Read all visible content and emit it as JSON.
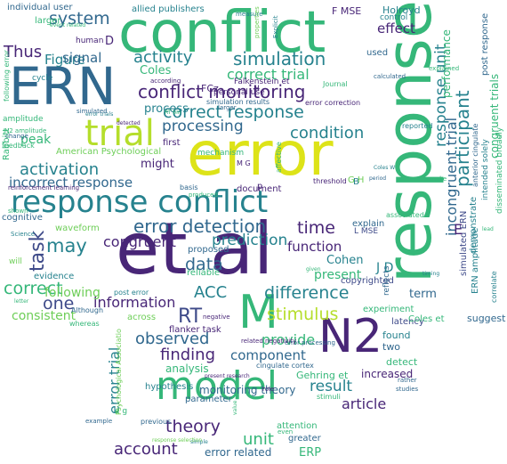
{
  "palette": {
    "background": "#ffffff",
    "dark_purple": "#3b1f5b",
    "purple": "#482677",
    "indigo": "#3e4a89",
    "blue": "#31688e",
    "teal": "#26828e",
    "green_teal": "#1f9e89",
    "green": "#35b779",
    "light_green": "#6ece58",
    "lime": "#b5de2b",
    "yellow": "#dde318"
  },
  "words": [
    {
      "text": "conflict"
    },
    {
      "text": "ERN"
    },
    {
      "text": "error"
    },
    {
      "text": "response"
    },
    {
      "text": "et al"
    },
    {
      "text": "model"
    },
    {
      "text": "N2"
    },
    {
      "text": "M"
    },
    {
      "text": "response conflict"
    },
    {
      "text": "trial"
    },
    {
      "text": "conflict monitoring"
    },
    {
      "text": "correct response"
    },
    {
      "text": "error detection"
    },
    {
      "text": "system"
    },
    {
      "text": "Thus"
    },
    {
      "text": "activity"
    },
    {
      "text": "simulation"
    },
    {
      "text": "correct trial"
    },
    {
      "text": "processing"
    },
    {
      "text": "condition"
    },
    {
      "text": "activation"
    },
    {
      "text": "incorrect response"
    },
    {
      "text": "response unit"
    },
    {
      "text": "incongruent trial"
    },
    {
      "text": "participant"
    },
    {
      "text": "performance"
    },
    {
      "text": "task"
    },
    {
      "text": "may"
    },
    {
      "text": "congruent"
    },
    {
      "text": "time"
    },
    {
      "text": "prediction"
    },
    {
      "text": "function"
    },
    {
      "text": "data"
    },
    {
      "text": "ACC"
    },
    {
      "text": "difference"
    },
    {
      "text": "stimulus"
    },
    {
      "text": "RT"
    },
    {
      "text": "correct"
    },
    {
      "text": "one"
    },
    {
      "text": "information"
    },
    {
      "text": "observed"
    },
    {
      "text": "finding"
    },
    {
      "text": "provide"
    },
    {
      "text": "component"
    },
    {
      "text": "result"
    },
    {
      "text": "article"
    },
    {
      "text": "theory"
    },
    {
      "text": "unit"
    },
    {
      "text": "account"
    },
    {
      "text": "error trial"
    },
    {
      "text": "error related"
    },
    {
      "text": "ERP"
    },
    {
      "text": "monitoring theory"
    },
    {
      "text": "analysis"
    },
    {
      "text": "Cohen"
    },
    {
      "text": "present"
    },
    {
      "text": "following"
    },
    {
      "text": "consistent"
    },
    {
      "text": "Figure"
    },
    {
      "text": "signal"
    },
    {
      "text": "Coles"
    },
    {
      "text": "effect"
    },
    {
      "text": "Holroyd"
    },
    {
      "text": "D"
    },
    {
      "text": "might"
    },
    {
      "text": "peak"
    },
    {
      "text": "process"
    },
    {
      "text": "term"
    },
    {
      "text": "cognitive"
    },
    {
      "text": "waveform"
    },
    {
      "text": "evidence"
    },
    {
      "text": "American Psychological"
    },
    {
      "text": "used"
    },
    {
      "text": "first"
    },
    {
      "text": "mechanism"
    },
    {
      "text": "copyrighted"
    },
    {
      "text": "Gehring et"
    },
    {
      "text": "increased"
    },
    {
      "text": "two"
    },
    {
      "text": "found"
    },
    {
      "text": "detect"
    },
    {
      "text": "latency"
    },
    {
      "text": "experiment"
    },
    {
      "text": "suggest"
    },
    {
      "text": "Coles et"
    },
    {
      "text": "ERN amplitude"
    },
    {
      "text": "congruent trials"
    },
    {
      "text": "post response"
    },
    {
      "text": "simulated ERN"
    },
    {
      "text": "demonstrate"
    },
    {
      "text": "parameter"
    },
    {
      "text": "hypothesis"
    },
    {
      "text": "greater"
    },
    {
      "text": "attention"
    },
    {
      "text": "cingulate cortex"
    },
    {
      "text": "flanker task"
    },
    {
      "text": "proposed"
    },
    {
      "text": "reliable"
    },
    {
      "text": "explain"
    },
    {
      "text": "individual user"
    },
    {
      "text": "allied publishers"
    },
    {
      "text": "larger"
    },
    {
      "text": "F MSE"
    },
    {
      "text": "control"
    },
    {
      "text": "human"
    },
    {
      "text": "personal use"
    },
    {
      "text": "Falkenstein et"
    },
    {
      "text": "cycle"
    },
    {
      "text": "amplitude"
    },
    {
      "text": "following error"
    },
    {
      "text": "reflects"
    },
    {
      "text": "L MSE"
    },
    {
      "text": "associated"
    },
    {
      "text": "threshold"
    },
    {
      "text": "document"
    },
    {
      "text": "disseminated broadly"
    },
    {
      "text": "intended solely"
    },
    {
      "text": "anterior cingulate"
    },
    {
      "text": "Rabbitt"
    },
    {
      "text": "reported"
    },
    {
      "text": "feedback"
    },
    {
      "text": "affective"
    },
    {
      "text": "basis"
    },
    {
      "text": "simulation results"
    },
    {
      "text": "post error"
    },
    {
      "text": "across"
    },
    {
      "text": "e g"
    },
    {
      "text": "Psychological Associatio"
    },
    {
      "text": "G H"
    },
    {
      "text": "Journal"
    },
    {
      "text": "error correction"
    },
    {
      "text": "Science"
    },
    {
      "text": "whereas"
    },
    {
      "text": "will"
    },
    {
      "text": "Although"
    },
    {
      "text": "negative"
    },
    {
      "text": "stimuli"
    },
    {
      "text": "previous"
    },
    {
      "text": "even"
    },
    {
      "text": "role"
    },
    {
      "text": "studies"
    },
    {
      "text": "rather"
    },
    {
      "text": "make"
    },
    {
      "text": "present research"
    },
    {
      "text": "produced"
    },
    {
      "text": "reinforcement learning"
    },
    {
      "text": "event related"
    },
    {
      "text": "explained"
    },
    {
      "text": "measure"
    },
    {
      "text": "Explicit"
    },
    {
      "text": "detected"
    },
    {
      "text": "error trials"
    },
    {
      "text": "N2 amplitude"
    },
    {
      "text": "shown"
    },
    {
      "text": "calculated"
    },
    {
      "text": "RT bin"
    },
    {
      "text": "according"
    },
    {
      "text": "properties"
    },
    {
      "text": "given"
    },
    {
      "text": "simple"
    },
    {
      "text": "period"
    },
    {
      "text": "Coles W"
    },
    {
      "text": "lead"
    },
    {
      "text": "timing"
    },
    {
      "text": "correlate"
    },
    {
      "text": "response selection"
    },
    {
      "text": "error processing"
    },
    {
      "text": "related negativity"
    },
    {
      "text": "value"
    },
    {
      "text": "letter"
    },
    {
      "text": "example"
    },
    {
      "text": "simulated"
    },
    {
      "text": "change"
    },
    {
      "text": "larger"
    },
    {
      "text": "M G"
    },
    {
      "text": "J D"
    },
    {
      "text": "FCz"
    },
    {
      "text": "p"
    },
    {
      "text": "E"
    },
    {
      "text": "B"
    },
    {
      "text": "H"
    },
    {
      "text": "J"
    },
    {
      "text": "S"
    },
    {
      "text": "C"
    }
  ]
}
